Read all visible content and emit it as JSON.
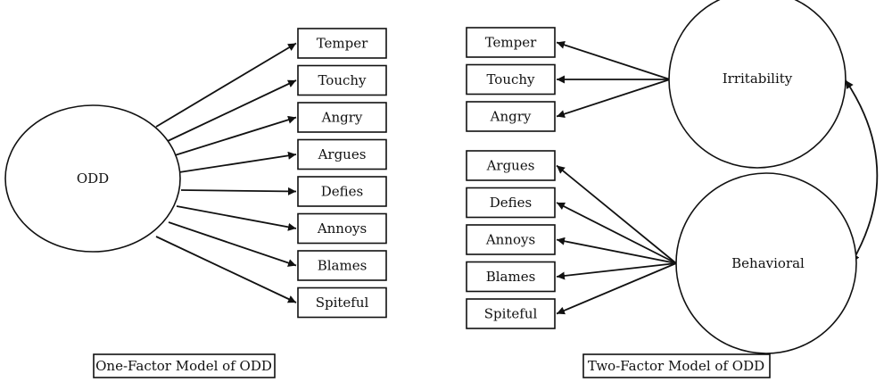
{
  "left_model": {
    "factor": "ODD",
    "indicators": [
      "Temper",
      "Touchy",
      "Angry",
      "Argues",
      "Defies",
      "Annoys",
      "Blames",
      "Spiteful"
    ],
    "caption": "One-Factor Model of ODD"
  },
  "right_model": {
    "factors": [
      "Irritability",
      "Behavioral"
    ],
    "irritability_indicators": [
      "Temper",
      "Touchy",
      "Angry"
    ],
    "behavioral_indicators": [
      "Argues",
      "Defies",
      "Annoys",
      "Blames",
      "Spiteful"
    ],
    "caption": "Two-Factor Model of ODD"
  },
  "colors": {
    "stroke": "#111111",
    "background": "#ffffff"
  }
}
